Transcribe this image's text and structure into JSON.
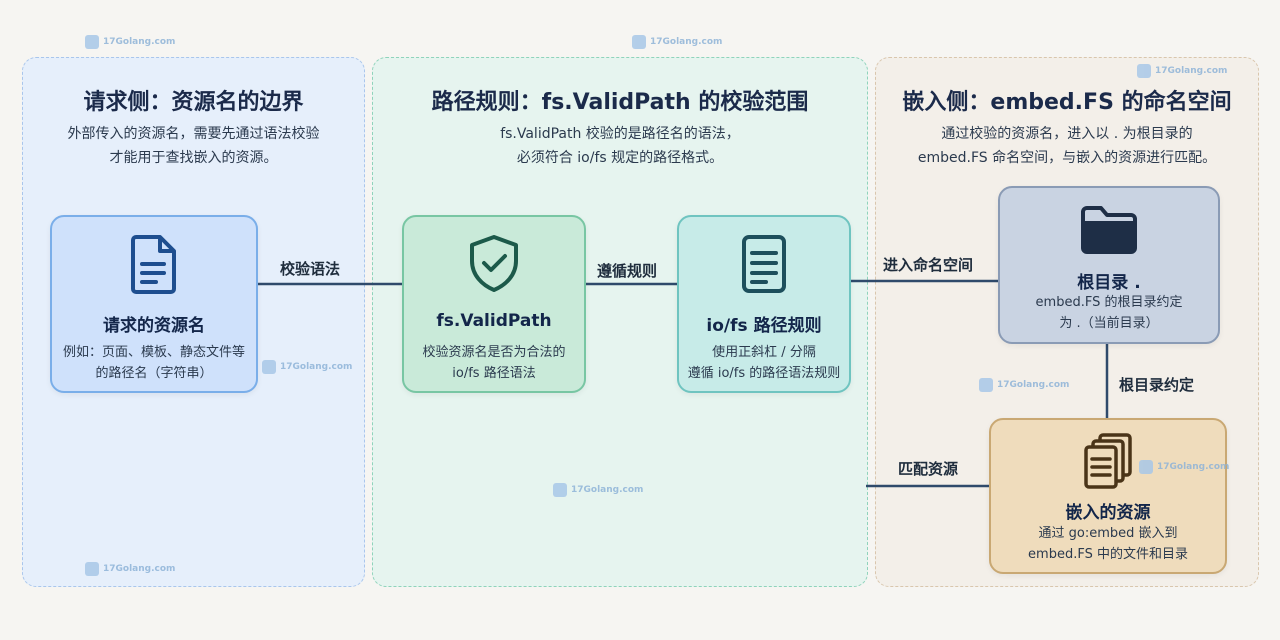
{
  "watermark": "17Golang.com",
  "panels": {
    "request": {
      "title": "请求侧：资源名的边界",
      "desc": [
        "外部传入的资源名，需要先通过语法校验",
        "才能用于查找嵌入的资源。"
      ]
    },
    "path": {
      "title": "路径规则：fs.ValidPath 的校验范围",
      "desc": [
        "fs.ValidPath 校验的是路径名的语法，",
        "必须符合 io/fs 规定的路径格式。"
      ]
    },
    "embed": {
      "title": "嵌入侧：embed.FS 的命名空间",
      "desc": [
        "通过校验的资源名，进入以 . 为根目录的",
        "embed.FS 命名空间，与嵌入的资源进行匹配。"
      ]
    }
  },
  "nodes": {
    "request_name": {
      "icon": "document-icon",
      "title": "请求的资源名",
      "desc": [
        "例如：页面、模板、静态文件等",
        "的路径名（字符串）"
      ],
      "color": "#cfe1fb"
    },
    "validpath": {
      "icon": "shield-check-icon",
      "title": "fs.ValidPath",
      "desc": [
        "校验资源名是否为合法的",
        "io/fs 路径语法"
      ],
      "color": "#c9ead9"
    },
    "iofs_rules": {
      "icon": "list-document-icon",
      "title": "io/fs 路径规则",
      "desc": [
        "使用正斜杠 / 分隔",
        "遵循 io/fs 的路径语法规则"
      ],
      "color": "#c7ebe8"
    },
    "root_dir": {
      "icon": "folder-icon",
      "title": "根目录 .",
      "desc": [
        "embed.FS 的根目录约定",
        "为 .（当前目录）"
      ],
      "color": "#c9d3e2"
    },
    "embedded": {
      "icon": "files-stack-icon",
      "title": "嵌入的资源",
      "desc": [
        "通过 go:embed 嵌入到",
        "embed.FS 中的文件和目录"
      ],
      "color": "#efdcbc"
    }
  },
  "edges": {
    "check_syntax": "校验语法",
    "follow_rules": "遵循规则",
    "enter_namespace": "进入命名空间",
    "root_convention": "根目录约定",
    "match_resource": "匹配资源"
  }
}
